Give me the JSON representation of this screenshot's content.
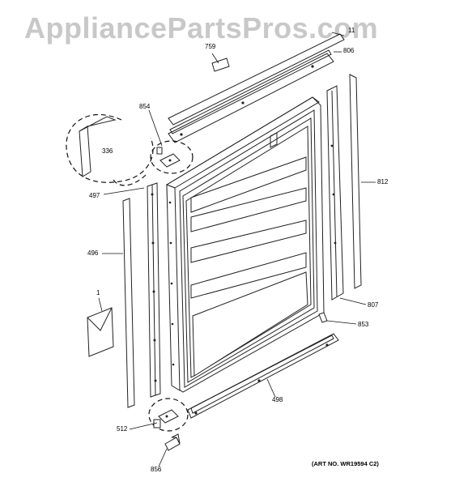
{
  "watermark": "AppliancePartsPros.com",
  "art_note": "(ART NO. WR19594 C2)",
  "callouts": {
    "p11": "11",
    "p759": "759",
    "p806": "806",
    "p854": "854",
    "p336": "336",
    "p497": "497",
    "p496": "496",
    "p1": "1",
    "p812": "812",
    "p807": "807",
    "p853": "853",
    "p498": "498",
    "p512": "512",
    "p856": "856"
  }
}
